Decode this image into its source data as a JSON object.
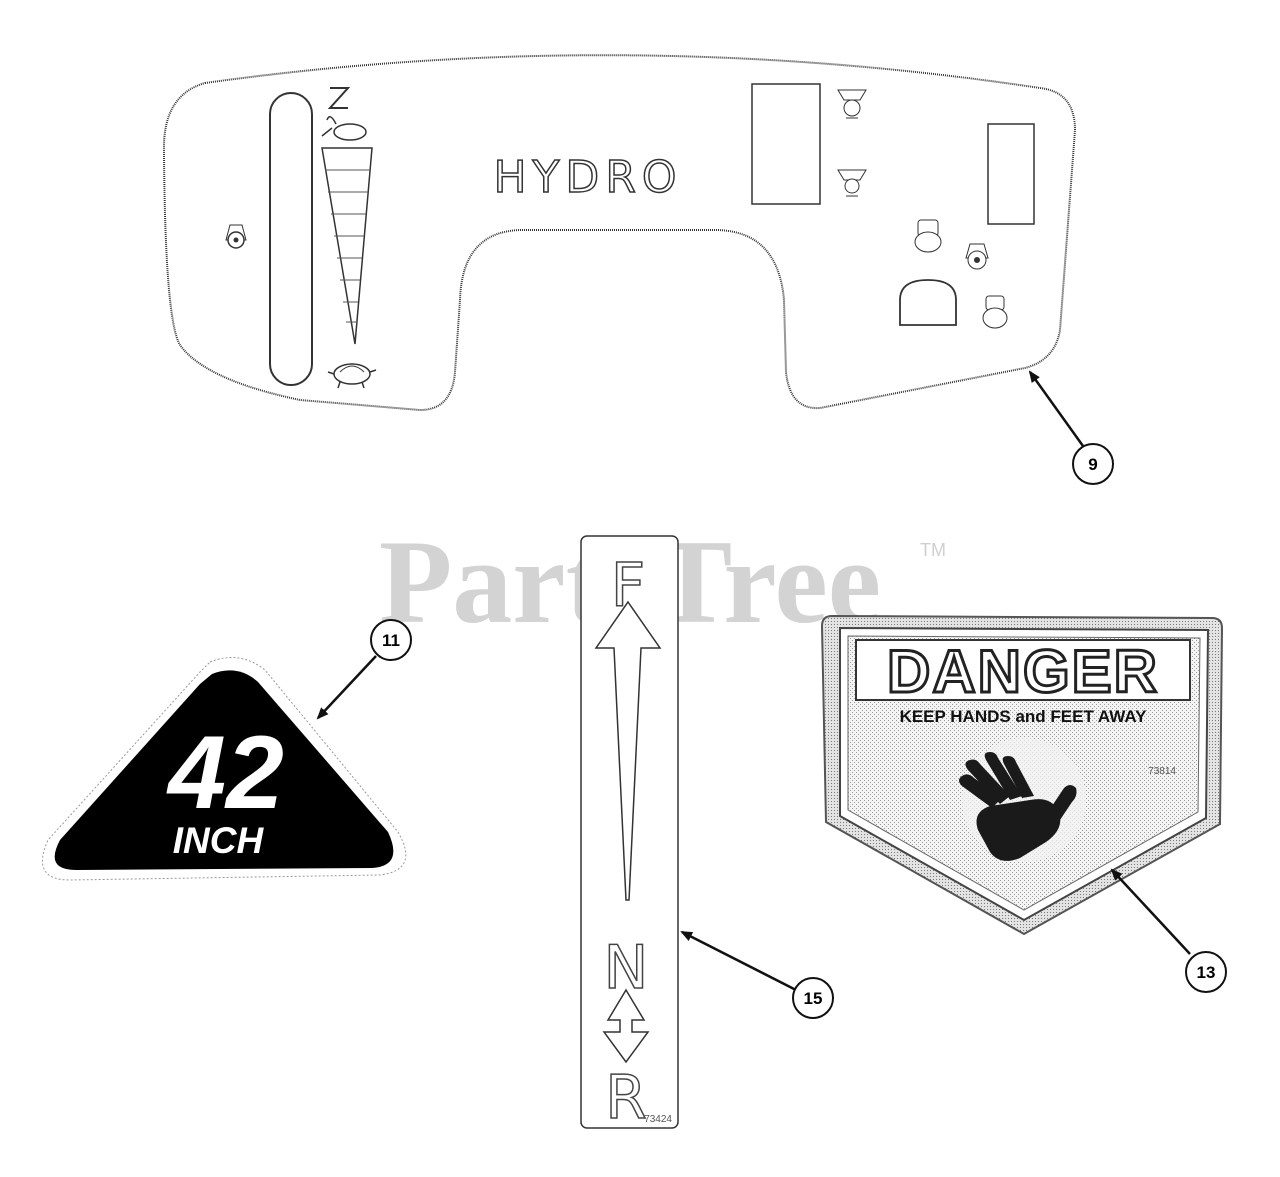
{
  "watermark": {
    "text": "PartsTree",
    "trademark": "TM"
  },
  "callouts": [
    {
      "number": "9",
      "part": "dash-decal"
    },
    {
      "number": "11",
      "part": "deck-size-decal"
    },
    {
      "number": "13",
      "part": "danger-decal"
    },
    {
      "number": "15",
      "part": "direction-decal"
    }
  ],
  "decals": {
    "dash": {
      "brand_text": "HYDRO"
    },
    "deck_size": {
      "size": "42",
      "unit": "INCH"
    },
    "direction": {
      "forward": "F",
      "neutral": "N",
      "reverse": "R",
      "part_number": "73424"
    },
    "danger": {
      "title": "DANGER",
      "message": "KEEP HANDS and FEET AWAY",
      "part_number": "73814"
    }
  },
  "colors": {
    "line": "#222222",
    "watermark": "#d3d3d3",
    "decal_fill": "#000000",
    "stipple": "#bdbdbd"
  }
}
